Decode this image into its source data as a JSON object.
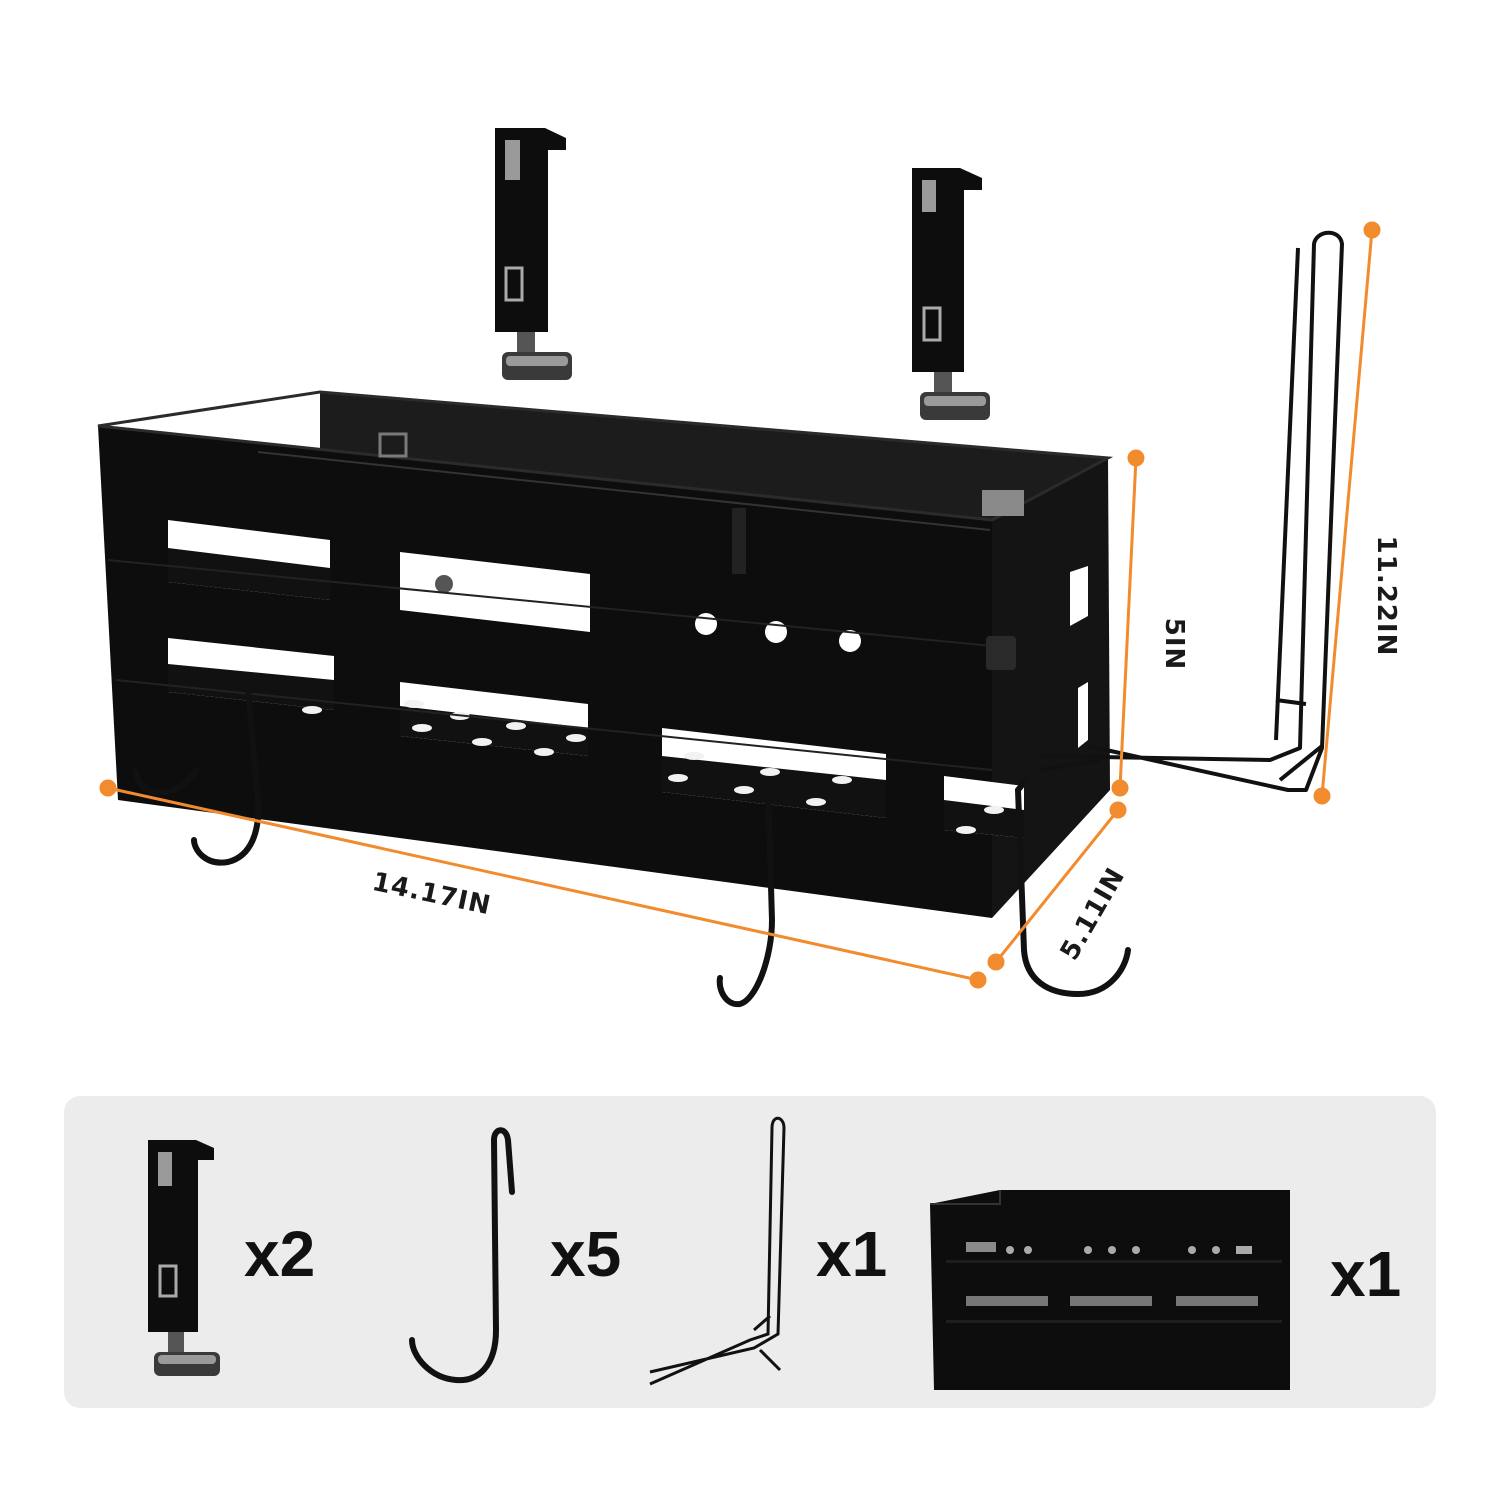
{
  "dimensions": {
    "length": "14.17IN",
    "width": "5.11IN",
    "height": "5IN",
    "holder_height": "11.22IN"
  },
  "parts": [
    {
      "name": "clip",
      "icon": "mounting-clip-icon",
      "quantity": "x2"
    },
    {
      "name": "hook",
      "icon": "s-hook-icon",
      "quantity": "x5"
    },
    {
      "name": "paper towel holder",
      "icon": "towel-holder-icon",
      "quantity": "x1"
    },
    {
      "name": "basket",
      "icon": "basket-icon",
      "quantity": "x1"
    }
  ],
  "colors": {
    "dimension_line": "#f28a2e",
    "product": "#0d0d0d",
    "panel": "#ececec"
  }
}
